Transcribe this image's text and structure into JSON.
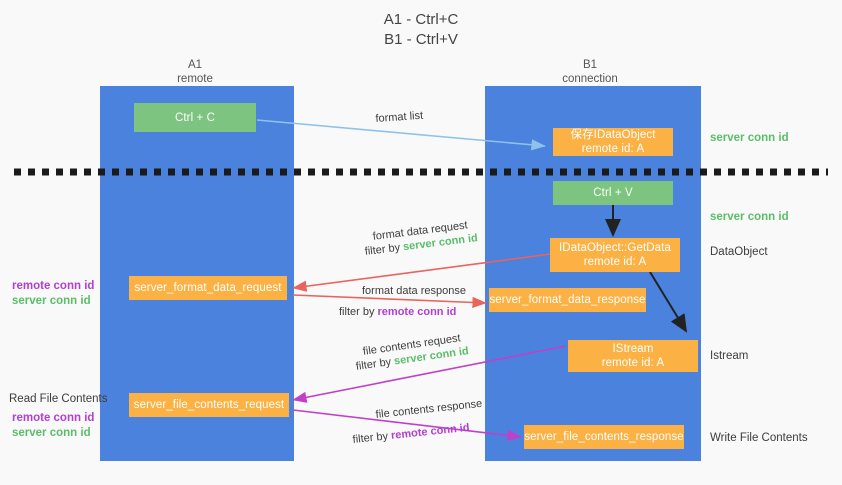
{
  "title": {
    "line1": "A1 - Ctrl+C",
    "line2": "B1 - Ctrl+V"
  },
  "lanes": [
    {
      "id": "a1",
      "name": "A1",
      "subtitle": "remote"
    },
    {
      "id": "b1",
      "name": "B1",
      "subtitle": "connection"
    }
  ],
  "nodes": {
    "ctrl_c": {
      "label": "Ctrl + C",
      "color": "#7cc47f"
    },
    "ctrl_v": {
      "label": "Ctrl + V",
      "color": "#7cc47f"
    },
    "save_idataobject": {
      "line1": "保存IDataObject",
      "line2": "remote id: A",
      "color": "#fbb143"
    },
    "getdata": {
      "line1": "IDataObject::GetData",
      "line2": "remote id: A",
      "color": "#fbb143"
    },
    "istream": {
      "line1": "IStream",
      "line2": "remote id: A",
      "color": "#fbb143"
    },
    "format_data_request": {
      "label": "server_format_data_request",
      "color": "#fbb143"
    },
    "format_data_response": {
      "label": "server_format_data_response",
      "color": "#fbb143"
    },
    "file_contents_request": {
      "label": "server_file_contents_request",
      "color": "#fbb143"
    },
    "file_contents_response": {
      "label": "server_file_contents_response",
      "color": "#fbb143"
    }
  },
  "edge_labels": {
    "format_list": "format list",
    "format_data_request": "format data request",
    "format_data_request_filter_prefix": "filter by ",
    "format_data_request_filter_key": "server conn id",
    "format_data_response": "format data response",
    "format_data_response_filter_prefix": "filter by ",
    "format_data_response_filter_key": "remote conn id",
    "file_contents_request": "file contents request",
    "file_contents_request_filter_prefix": "filter by ",
    "file_contents_request_filter_key": "server conn id",
    "file_contents_response": "file contents response",
    "file_contents_response_filter_prefix": "filter by ",
    "file_contents_response_filter_key": "remote conn id"
  },
  "right_labels": {
    "server_conn_id_top": "server conn id",
    "server_conn_id_mid": "server conn id",
    "dataobject": "DataObject",
    "istream": "Istream",
    "write_file_contents": "Write File Contents"
  },
  "left_labels": {
    "format_remote_conn_id": "remote conn id",
    "format_server_conn_id": "server conn id",
    "read_file_contents": "Read File Contents",
    "file_remote_conn_id": "remote conn id",
    "file_server_conn_id": "server conn id"
  },
  "colors": {
    "lane": "#4a82dd",
    "green": "#7cc47f",
    "orange": "#fbb143",
    "conn_green": "#5bbd6a",
    "conn_purple": "#b23fd0",
    "arrow_lightblue": "#8fc2ea",
    "arrow_red": "#e8645c",
    "arrow_magenta": "#c040c8",
    "arrow_black": "#222222",
    "divider": "#1a1a1a"
  }
}
